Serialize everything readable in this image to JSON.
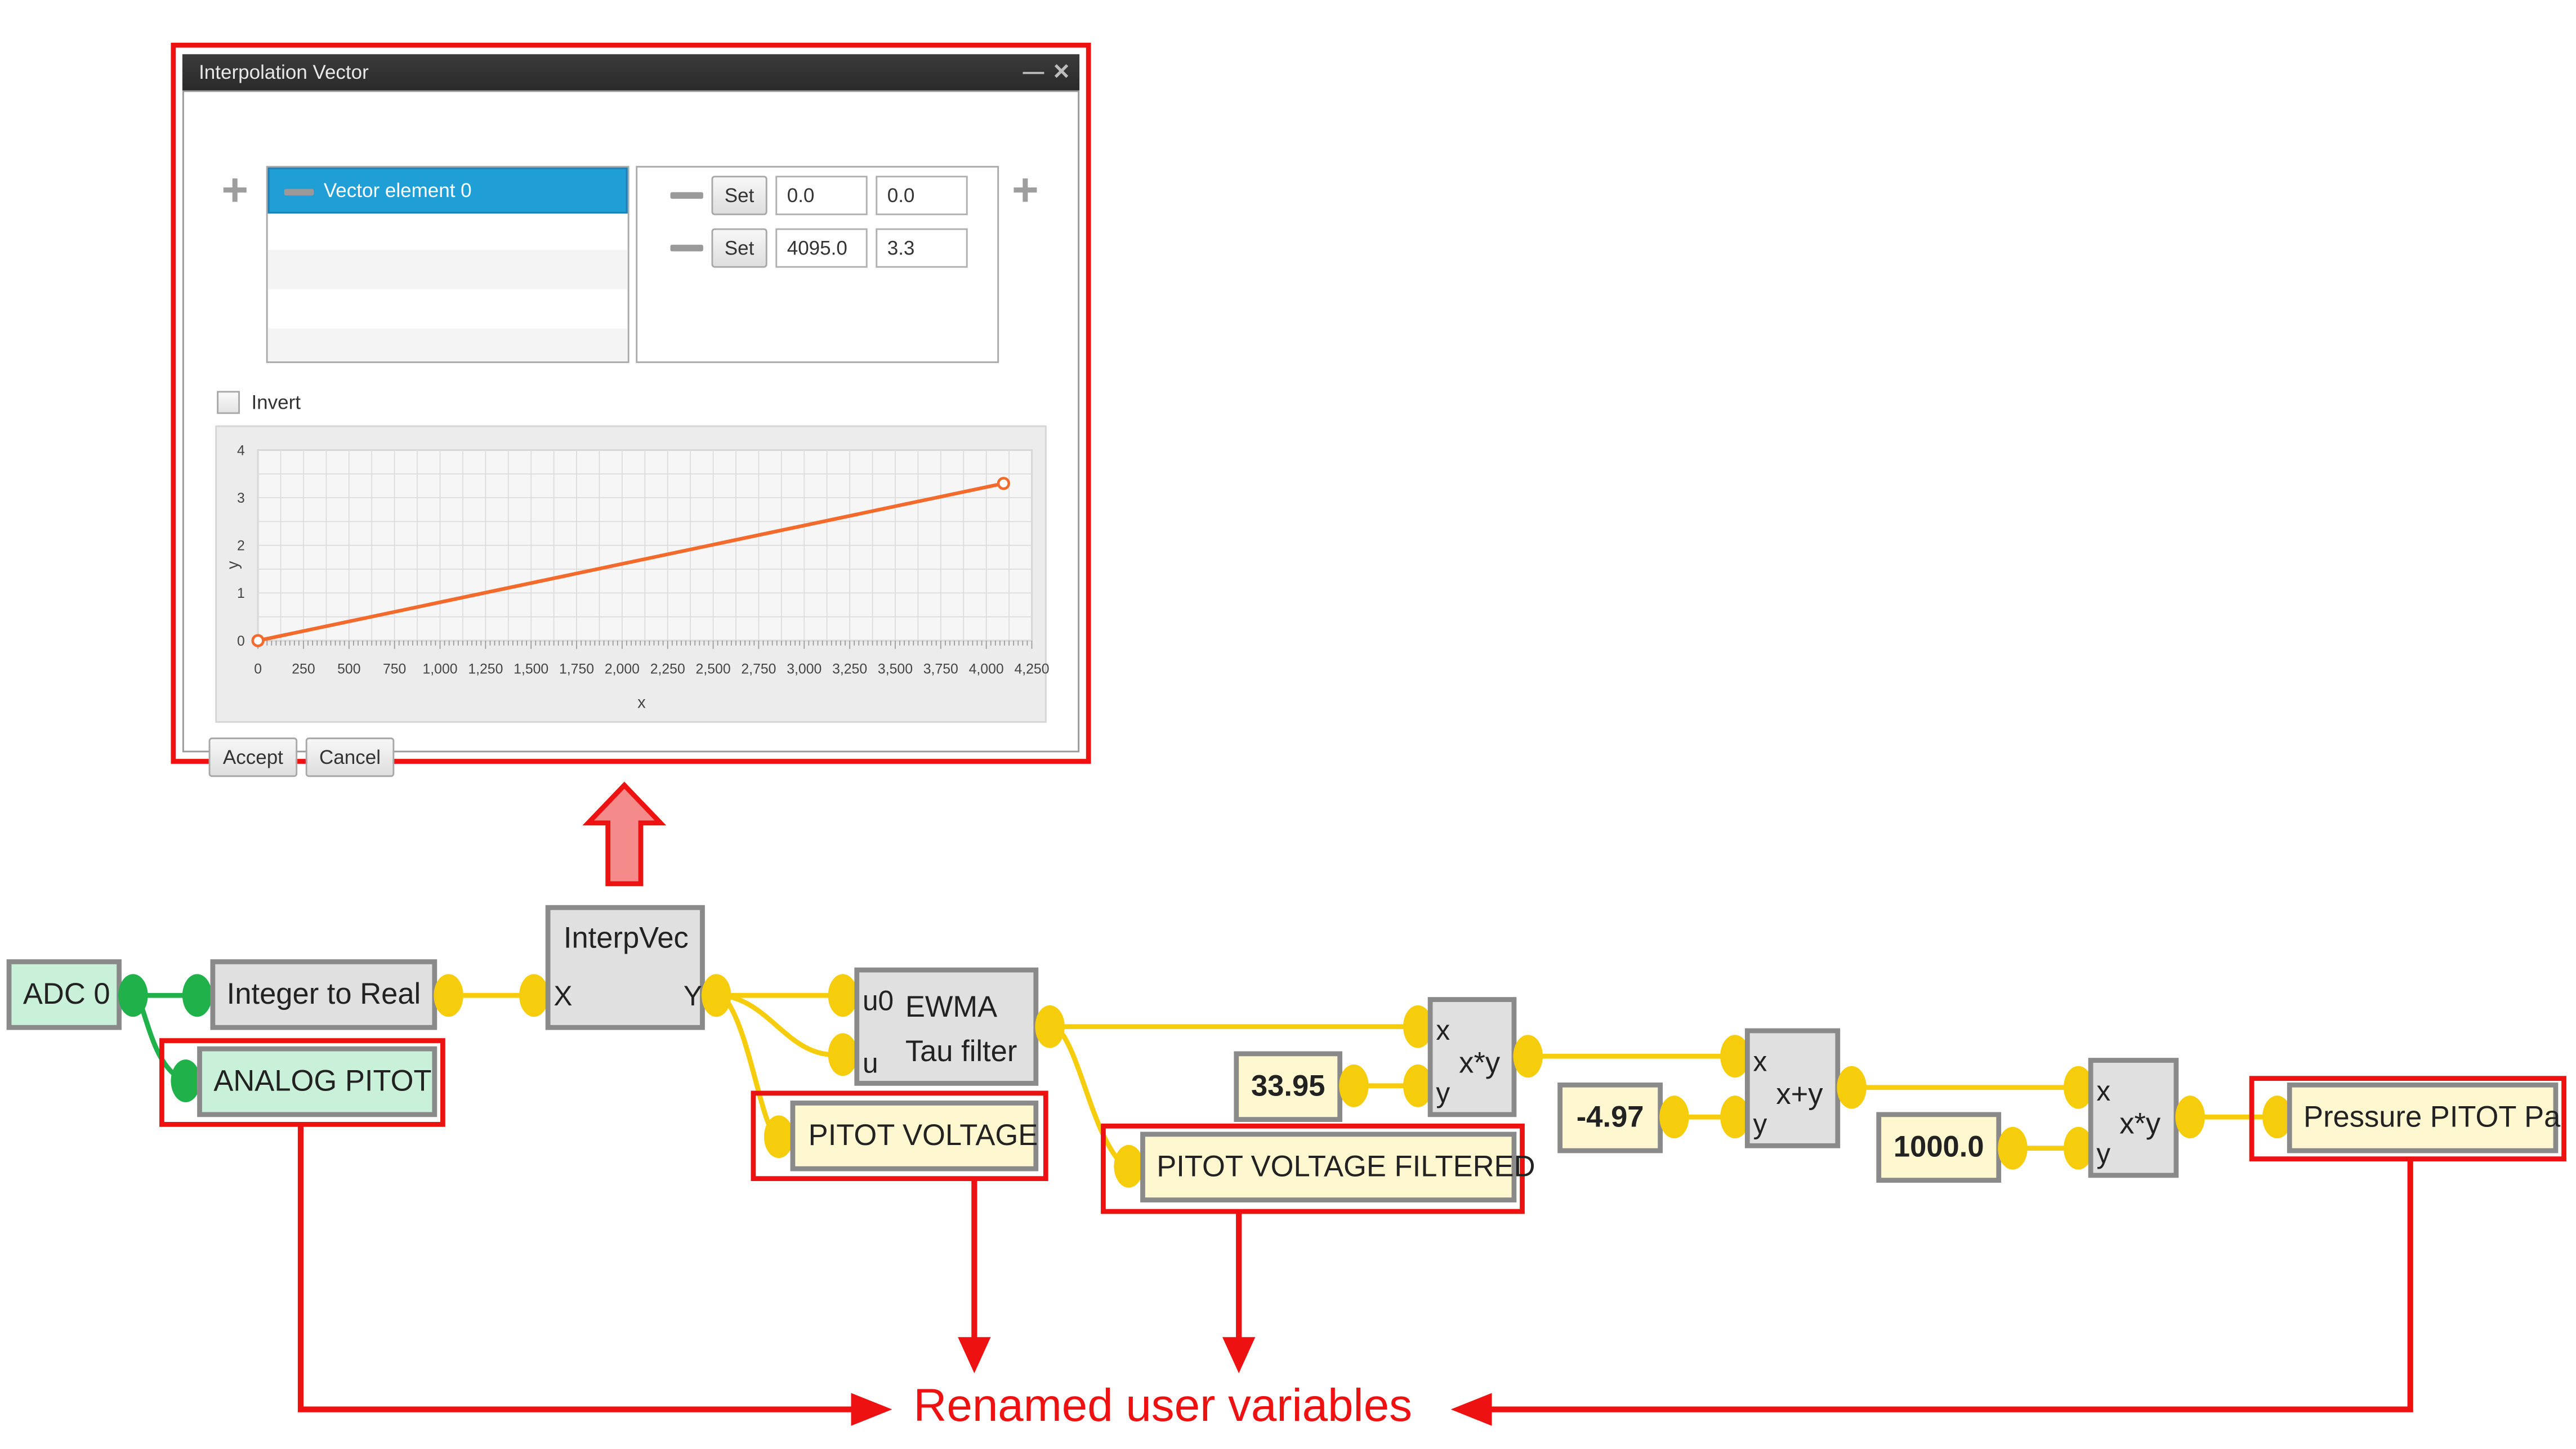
{
  "dialog": {
    "title": "Interpolation Vector",
    "list_items": [
      "Vector element 0"
    ],
    "rows": [
      {
        "set_label": "Set",
        "x": "0.0",
        "y": "0.0"
      },
      {
        "set_label": "Set",
        "x": "4095.0",
        "y": "3.3"
      }
    ],
    "invert_label": "Invert",
    "invert_checked": false,
    "accept_label": "Accept",
    "cancel_label": "Cancel"
  },
  "chart_data": {
    "type": "line",
    "x": [
      0,
      4095
    ],
    "y": [
      0,
      3.3
    ],
    "xlabel": "x",
    "ylabel": "y",
    "xlim": [
      0,
      4250
    ],
    "ylim": [
      0,
      4
    ],
    "x_ticks": [
      "0",
      "250",
      "500",
      "750",
      "1,000",
      "1,250",
      "1,500",
      "1,750",
      "2,000",
      "2,250",
      "2,500",
      "2,750",
      "3,000",
      "3,250",
      "3,500",
      "3,750",
      "4,000",
      "4,250"
    ],
    "y_ticks": [
      "0",
      "1",
      "2",
      "3",
      "4"
    ],
    "grid": true,
    "line_color": "#f26b2c"
  },
  "diagram": {
    "adc": "ADC 0",
    "int_to_real": "Integer to Real",
    "analog_pitot": "ANALOG PITOT",
    "interp": {
      "title": "InterpVec",
      "in": "X",
      "out": "Y"
    },
    "ewma": {
      "title": "EWMA",
      "subtitle": "Tau filter",
      "in1": "u0",
      "in2": "u"
    },
    "pitot_voltage": "PITOT VOLTAGE",
    "pitot_voltage_filtered": "PITOT VOLTAGE FILTERED",
    "const1": "33.95",
    "const2": "-4.97",
    "const3": "1000.0",
    "mul1": {
      "in1": "x",
      "in2": "y",
      "op": "x*y"
    },
    "add1": {
      "in1": "x",
      "in2": "y",
      "op": "x+y"
    },
    "mul2": {
      "in1": "x",
      "in2": "y",
      "op": "x*y"
    },
    "pressure": "Pressure PITOT Pa"
  },
  "annotation": {
    "text": "Renamed user variables",
    "color": "#ee1111"
  }
}
